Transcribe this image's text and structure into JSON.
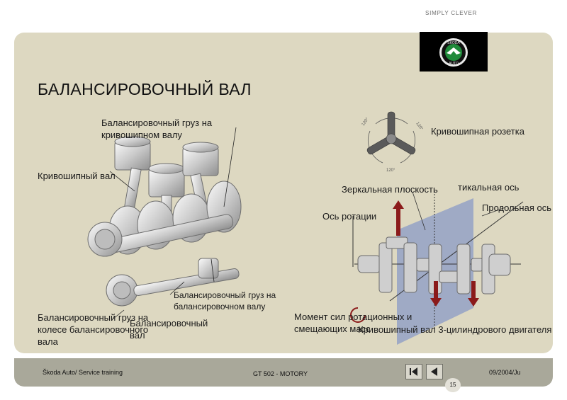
{
  "brand": {
    "slogan": "SIMPLY CLEVER",
    "logo_text_top": "ŠKODA",
    "logo_text_bottom": "AUTO"
  },
  "title": "БАЛАНСИРОВОЧНЫЙ ВАЛ",
  "labels": {
    "crank_weight": "Балансировочный груз на кривошипном валу",
    "crankshaft": "Кривошипный вал",
    "shaft_weight": "Балансировочный груз на балансировочном валу",
    "shaft": "Балансировочный вал",
    "wheel_weight": "Балансировочный груз на колесе балансировочного вала",
    "rosette": "Кривошипная розетка",
    "mirror_plane": "Зеркальная плоскость",
    "vertical_axis": "тикальная ось",
    "long_axis": "Продольная ось",
    "rotation_axis": "Ось ротации",
    "moment": "Момент сил ротационных и смещающих масс",
    "crank3": "Кривошипный вал 3-цилиндрового двигателя"
  },
  "rosette_angles": [
    "120°",
    "120°",
    "120°"
  ],
  "footer": {
    "left": "Škoda Auto/ Service training",
    "center": "GT 502 - MOTORY",
    "right": "09/2004/Ju",
    "page": "15"
  },
  "colors": {
    "card": "#ddd8c1",
    "footer": "#a9a89a",
    "plane": "#8d9cc7",
    "arrow": "#8b1a1a",
    "logo_green": "#1f8a3a"
  }
}
